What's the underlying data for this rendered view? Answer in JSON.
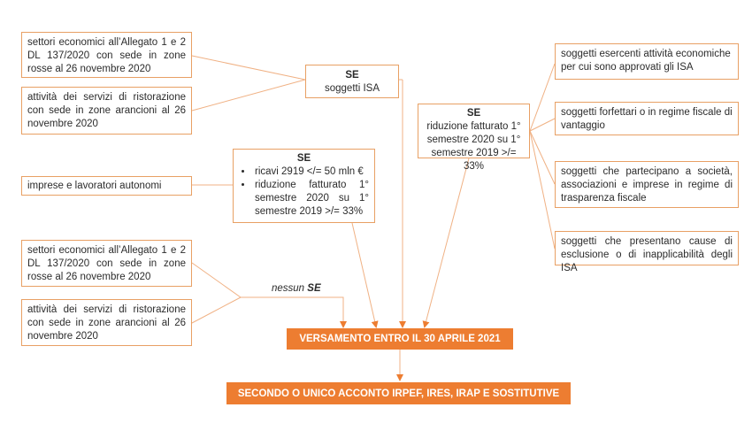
{
  "left_boxes": {
    "group1_box1": "settori economici all’Allegato 1 e 2 DL 137/2020 con sede in zone rosse al 26 novembre 2020",
    "group1_box2": "attività dei servizi di ristorazione con sede in zone arancioni al 26 novembre 2020",
    "single": "imprese e lavoratori autonomi",
    "group2_box1": "settori economici all’Allegato 1 e 2 DL 137/2020 con sede in zone rosse al 26 novembre 2020",
    "group2_box2": "attività dei servizi di ristorazione con sede in zone arancioni al 26 novembre 2020"
  },
  "se_isa": {
    "title": "SE",
    "text": "soggetti ISA"
  },
  "se_ricavi": {
    "title": "SE",
    "bullets": [
      "ricavi 2919 </= 50 mln €",
      "riduzione fatturato 1° semestre 2020 su 1° semestre 2019 >/= 33%"
    ]
  },
  "se_riduzione": {
    "title": "SE",
    "text": "riduzione fatturato 1° semestre 2020 su 1° semestre 2019 >/= 33%"
  },
  "nessun": {
    "prefix": "nessun",
    "strong": "SE"
  },
  "right_boxes": [
    "soggetti esercenti attività economiche per cui sono approvati gli ISA",
    "soggetti forfettari o in regime fiscale di vantaggio",
    "soggetti che partecipano a società, associazioni e imprese in regime di trasparenza fiscale",
    "soggetti che presentano cause di esclusione o di inapplicabilità degli ISA"
  ],
  "versamento": "VERSAMENTO ENTRO IL 30 APRILE 2021",
  "acconto": "SECONDO O UNICO ACCONTO IRPEF, IRES, IRAP E SOSTITUTIVE",
  "colors": {
    "accent": "#ed7d31",
    "border": "#e8a064",
    "line": "#f0b184"
  }
}
